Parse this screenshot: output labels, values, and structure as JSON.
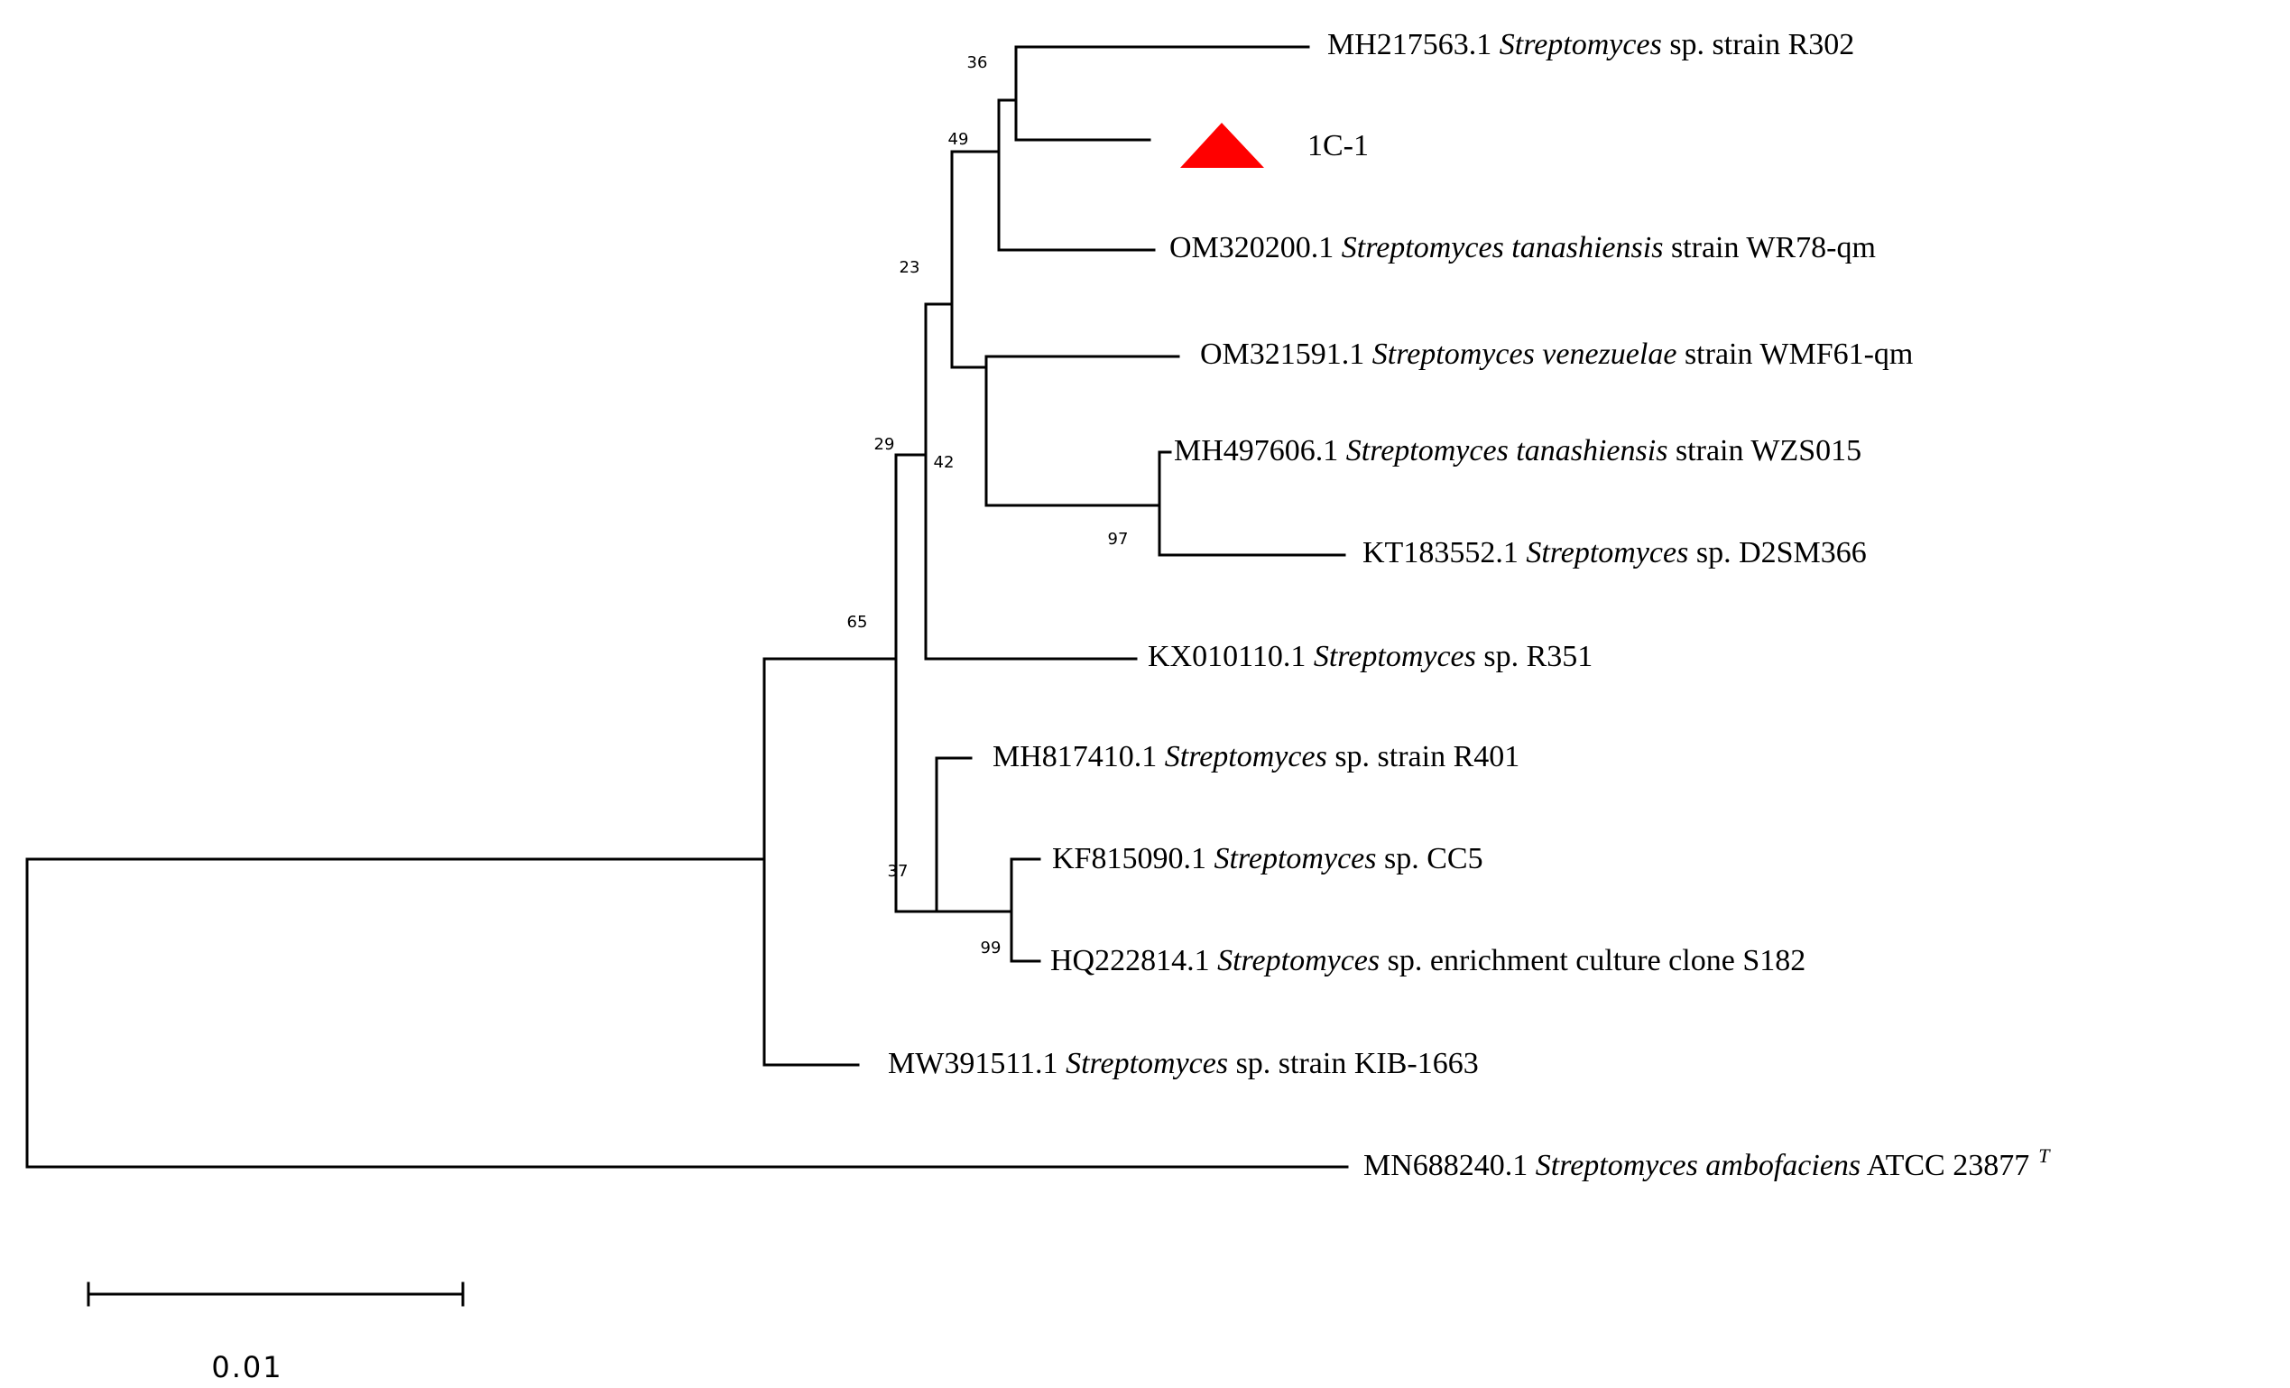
{
  "tree": {
    "taxa": [
      {
        "id": "t1",
        "accession": "MH217563.1",
        "genus": "Streptomyces",
        "species": "",
        "rest": "sp. strain R302"
      },
      {
        "id": "t2",
        "accession": "",
        "genus": "",
        "species": "",
        "rest": "1C-1",
        "marker": "red-triangle"
      },
      {
        "id": "t3",
        "accession": "OM320200.1",
        "genus": "Streptomyces",
        "species": "tanashiensis",
        "rest": "strain WR78-qm"
      },
      {
        "id": "t4",
        "accession": "OM321591.1",
        "genus": "Streptomyces",
        "species": "venezuelae",
        "rest": "strain WMF61-qm"
      },
      {
        "id": "t5",
        "accession": "MH497606.1",
        "genus": "Streptomyces",
        "species": "tanashiensis",
        "rest": "strain WZS015"
      },
      {
        "id": "t6",
        "accession": "KT183552.1",
        "genus": "Streptomyces",
        "species": "",
        "rest": "sp. D2SM366"
      },
      {
        "id": "t7",
        "accession": "KX010110.1",
        "genus": "Streptomyces",
        "species": "",
        "rest": "sp. R351"
      },
      {
        "id": "t8",
        "accession": "MH817410.1",
        "genus": "Streptomyces",
        "species": "",
        "rest": "sp. strain R401"
      },
      {
        "id": "t9",
        "accession": "KF815090.1",
        "genus": "Streptomyces",
        "species": "",
        "rest": "sp. CC5"
      },
      {
        "id": "t10",
        "accession": "HQ222814.1",
        "genus": "Streptomyces",
        "species": "",
        "rest": "sp. enrichment culture clone S182"
      },
      {
        "id": "t11",
        "accession": "MW391511.1",
        "genus": "Streptomyces",
        "species": "",
        "rest": "sp. strain KIB-1663"
      },
      {
        "id": "t12",
        "accession": "MN688240.1",
        "genus": "Streptomyces",
        "species": "ambofaciens",
        "rest": "ATCC 23877",
        "superscript": "T"
      }
    ],
    "bootstrap": [
      "36",
      "49",
      "23",
      "29",
      "42",
      "97",
      "65",
      "37",
      "99"
    ],
    "scale_bar_label": "0.01",
    "marker_color": "#ff0000",
    "line_color": "#000000"
  }
}
